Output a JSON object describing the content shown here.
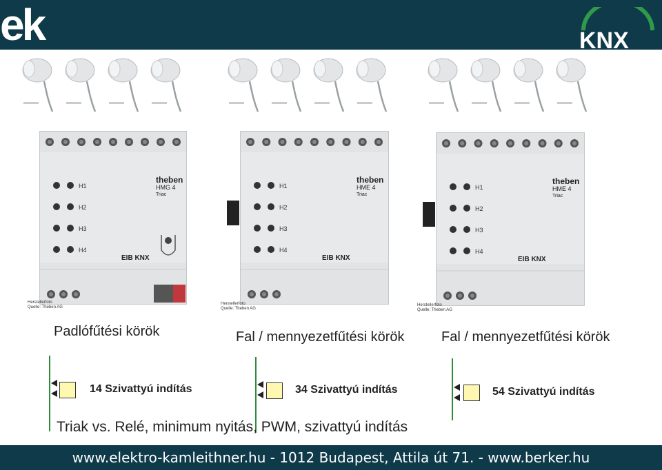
{
  "header": {
    "logo_text": "ek",
    "knx_logo": "KNX"
  },
  "modules": [
    {
      "brand": "theben",
      "model": "HMG 4",
      "type": "Triac",
      "source_line1": "Herstellerfoto",
      "source_line2": "Quelle: Theben AG",
      "caption": "Padlófűtési körök"
    },
    {
      "brand": "theben",
      "model": "HME 4",
      "type": "Triac",
      "source_line1": "Herstellerfoto",
      "source_line2": "Quelle: Theben AG",
      "caption": "Fal / mennyezetfűtési körök"
    },
    {
      "brand": "theben",
      "model": "HME 4",
      "type": "Triac",
      "source_line1": "Herstellerfoto",
      "source_line2": "Quelle: Theben AG",
      "caption": "Fal / mennyezetfűtési körök"
    }
  ],
  "channels": [
    "H1",
    "H2",
    "H3",
    "H4"
  ],
  "relays": [
    {
      "label": "14 Szivattyú indítás"
    },
    {
      "label": "34 Szivattyú indítás"
    },
    {
      "label": "54 Szivattyú indítás"
    }
  ],
  "bottom_caption": "Triak vs. Relé, minimum nyitás, PWM, szivattyú indítás",
  "footer": "www.elektro-kamleithner.hu - 1012 Budapest, Attila út 71. - www.berker.hu",
  "colors": {
    "bar": "#0f3a4a",
    "relay_box": "#fff8b0",
    "line": "#2e8b3a",
    "knx_green": "#2e9a4a",
    "knx_blue": "#1f5e9e"
  }
}
